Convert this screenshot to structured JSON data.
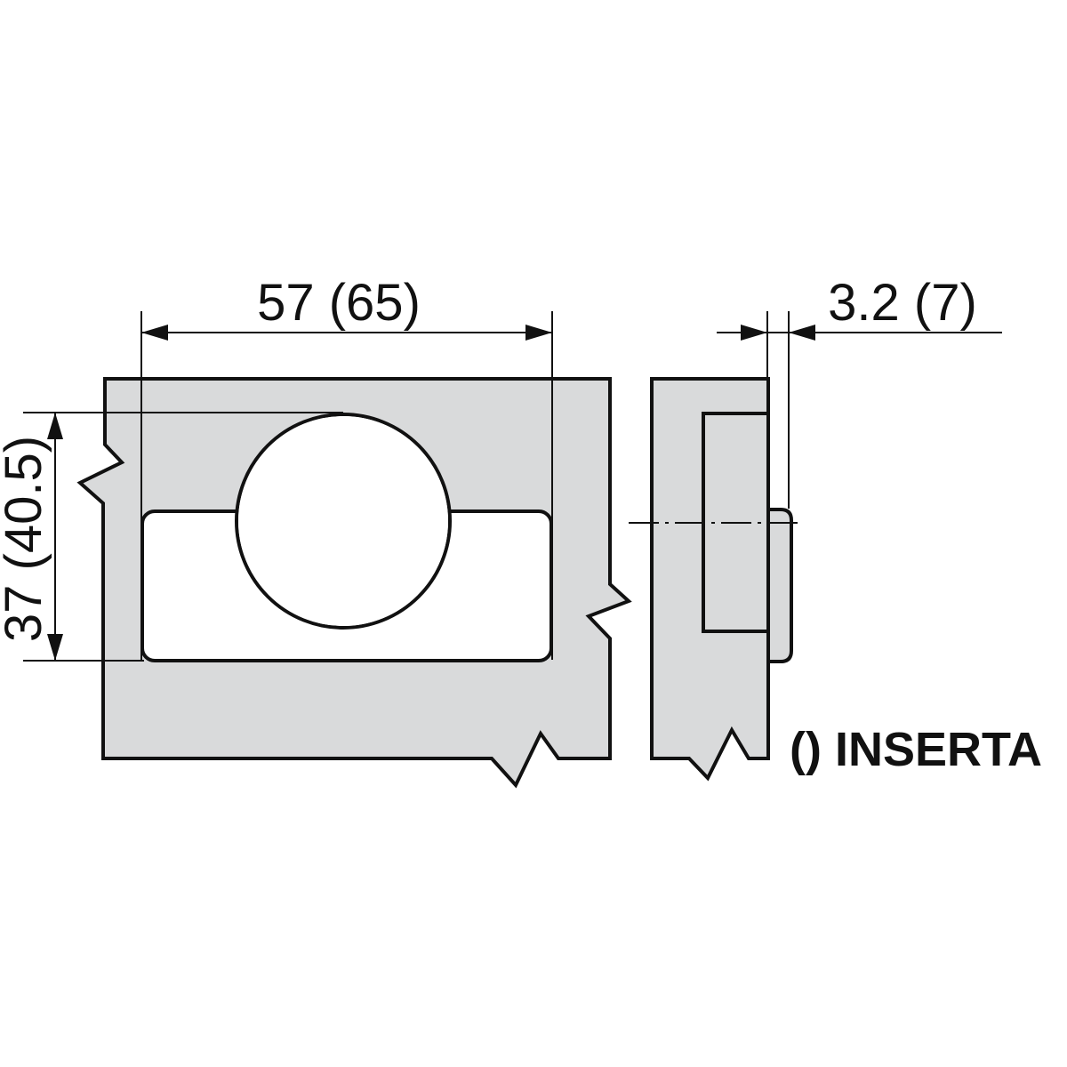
{
  "dimensions": {
    "width": "57 (65)",
    "height": "37 (40.5)",
    "depth": "3.2 (7)"
  },
  "legend": "() INSERTA",
  "colors": {
    "panel_fill": "#d9dadb",
    "line": "#111111",
    "background": "#ffffff"
  }
}
